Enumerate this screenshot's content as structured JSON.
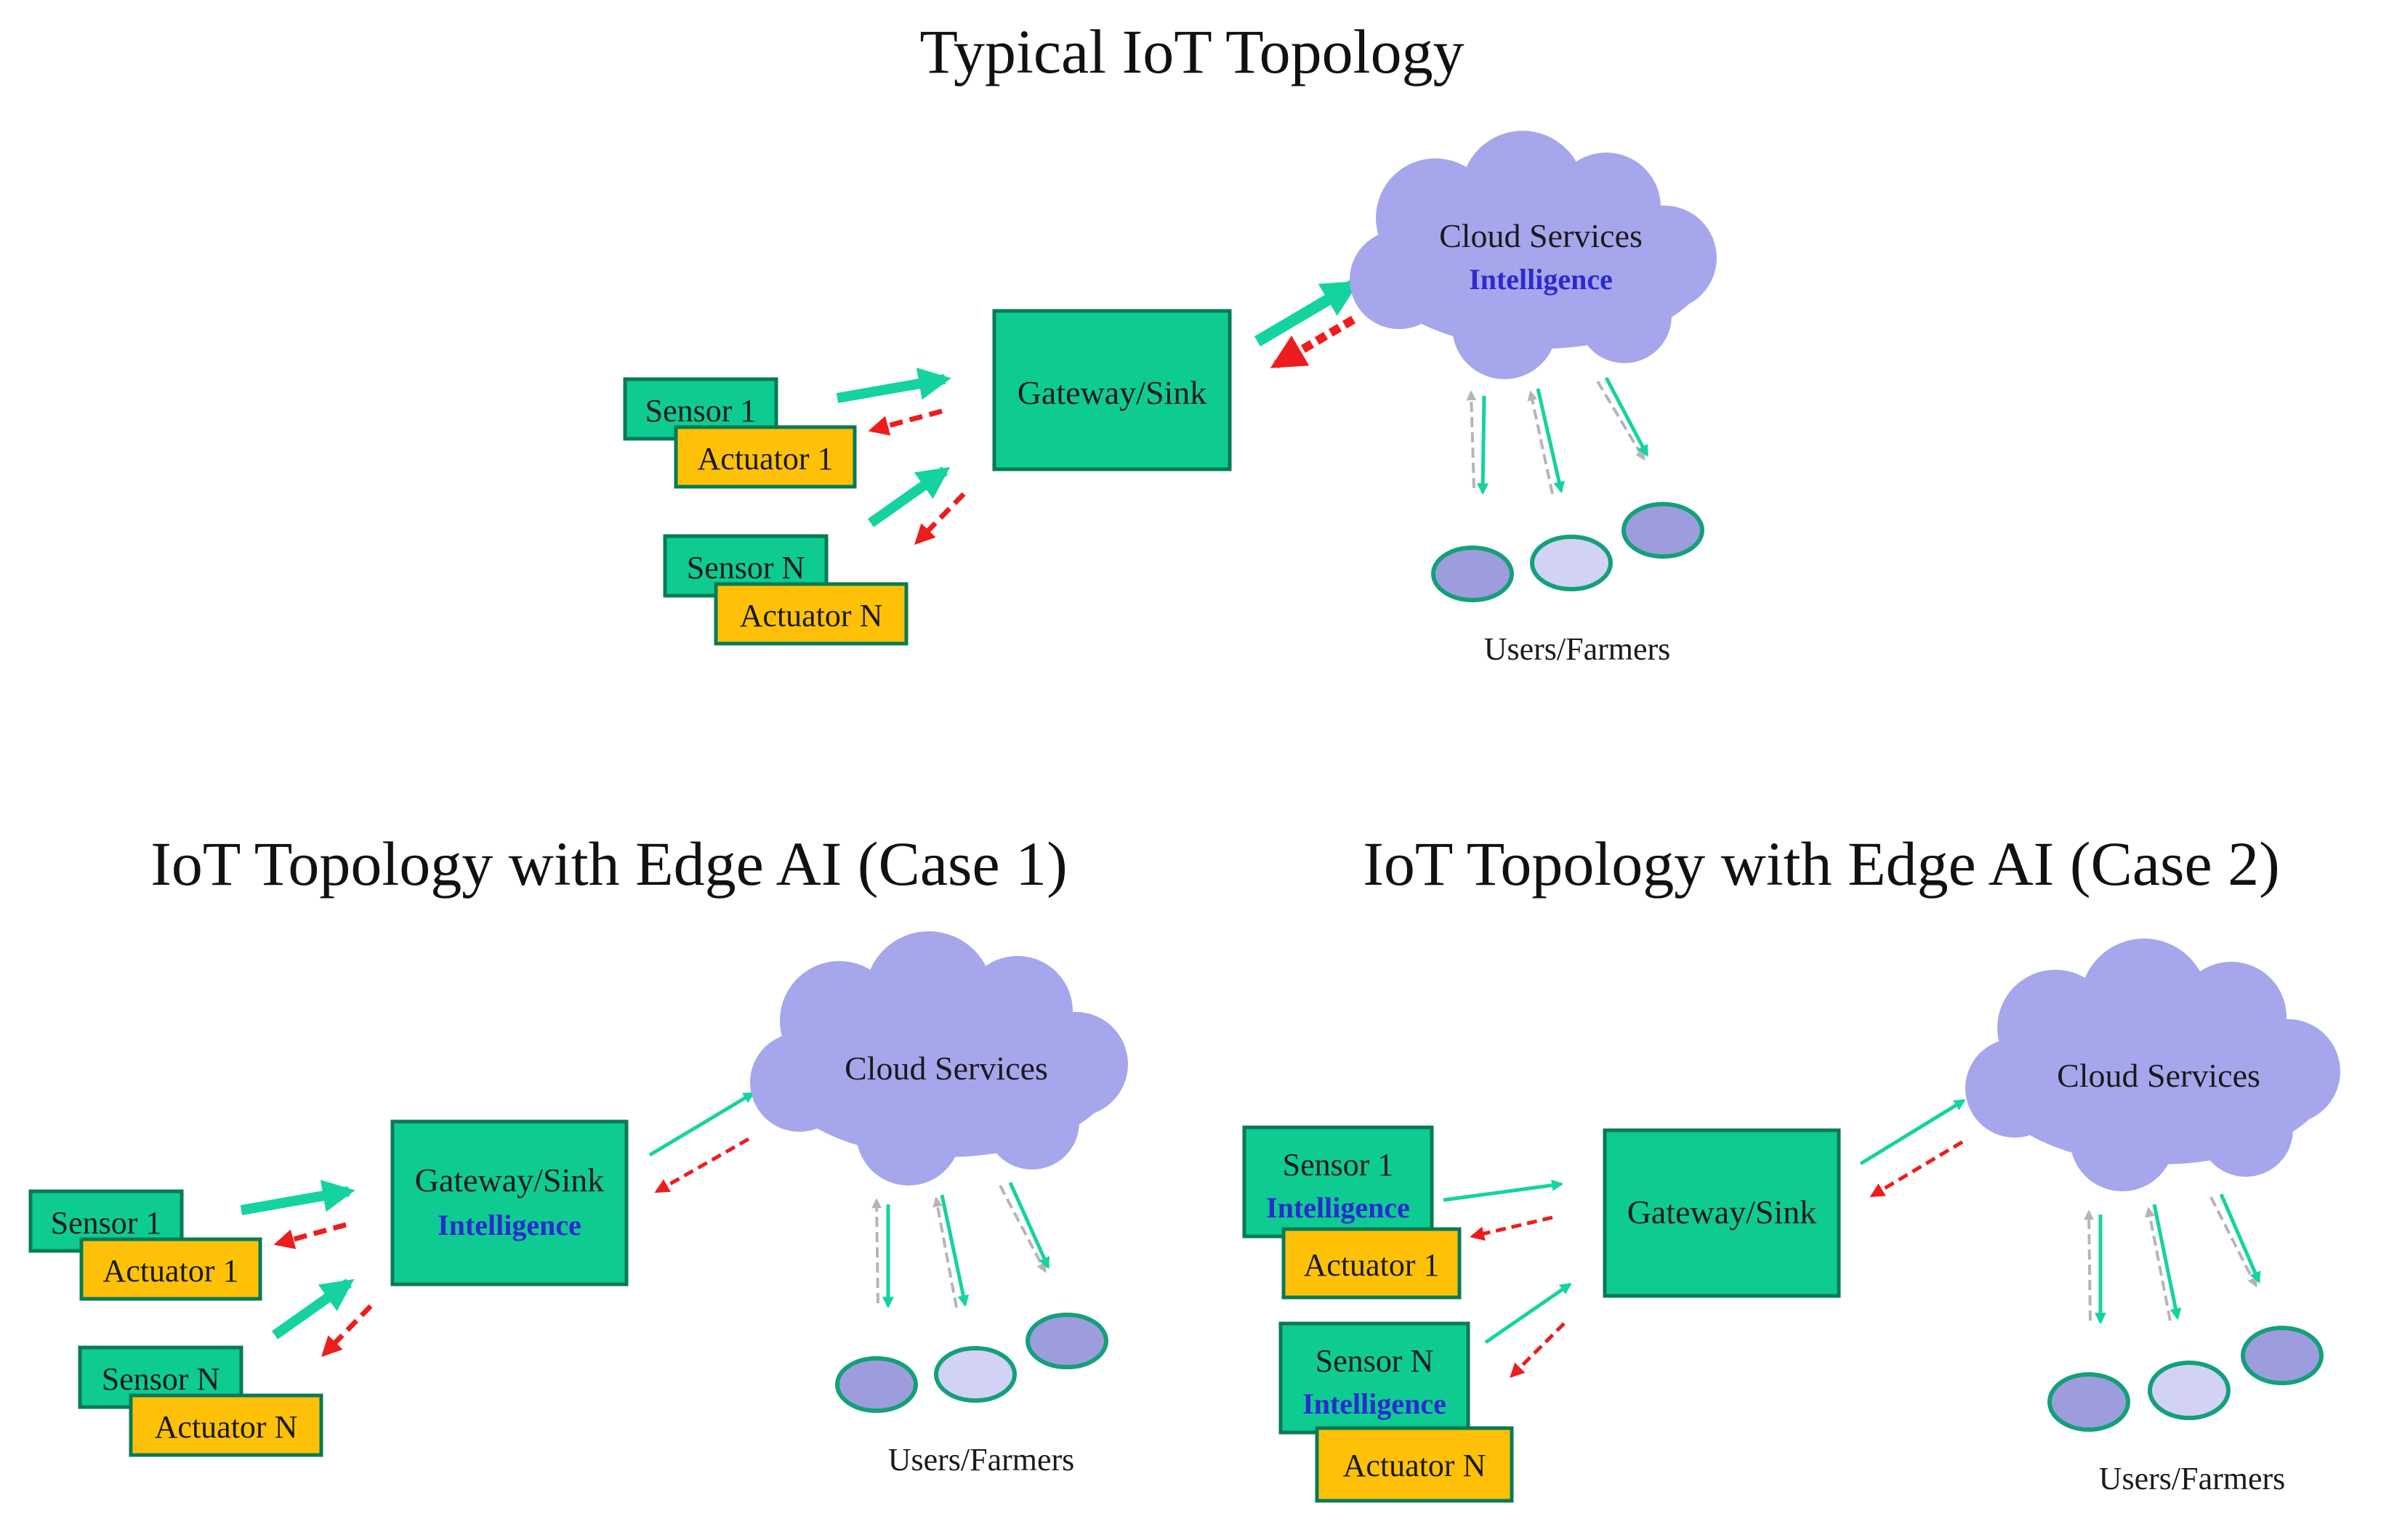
{
  "diagrams": [
    {
      "title": "Typical IoT Topology",
      "gateway": {
        "label": "Gateway/Sink",
        "intelligence": ""
      },
      "cloud": {
        "label": "Cloud Services",
        "intelligence": "Intelligence"
      },
      "users_label": "Users/Farmers",
      "devices": [
        {
          "sensor": "Sensor 1",
          "intelligence": "",
          "actuator": "Actuator 1"
        },
        {
          "sensor": "Sensor N",
          "intelligence": "",
          "actuator": "Actuator N"
        }
      ]
    },
    {
      "title": "IoT Topology with Edge AI (Case 1)",
      "gateway": {
        "label": "Gateway/Sink",
        "intelligence": "Intelligence"
      },
      "cloud": {
        "label": "Cloud Services",
        "intelligence": ""
      },
      "users_label": "Users/Farmers",
      "devices": [
        {
          "sensor": "Sensor 1",
          "intelligence": "",
          "actuator": "Actuator 1"
        },
        {
          "sensor": "Sensor N",
          "intelligence": "",
          "actuator": "Actuator N"
        }
      ]
    },
    {
      "title": "IoT Topology with Edge AI (Case 2)",
      "gateway": {
        "label": "Gateway/Sink",
        "intelligence": ""
      },
      "cloud": {
        "label": "Cloud Services",
        "intelligence": ""
      },
      "users_label": "Users/Farmers",
      "devices": [
        {
          "sensor": "Sensor 1",
          "intelligence": "Intelligence",
          "actuator": "Actuator 1"
        },
        {
          "sensor": "Sensor N",
          "intelligence": "Intelligence",
          "actuator": "Actuator N"
        }
      ]
    }
  ],
  "colors": {
    "device_green": "#0ecb92",
    "device_green_border": "#087a55",
    "actuator_yellow": "#ffc107",
    "cloud_lavender": "#a6a6ec",
    "intelligence_text": "#2b2bd0",
    "uplink_arrow": "#15d3a0",
    "downlink_arrow": "#ee1c1c",
    "user_node_dark": "#9d9dde",
    "user_node_light": "#d2d2f4",
    "user_node_border": "#14a07a"
  }
}
